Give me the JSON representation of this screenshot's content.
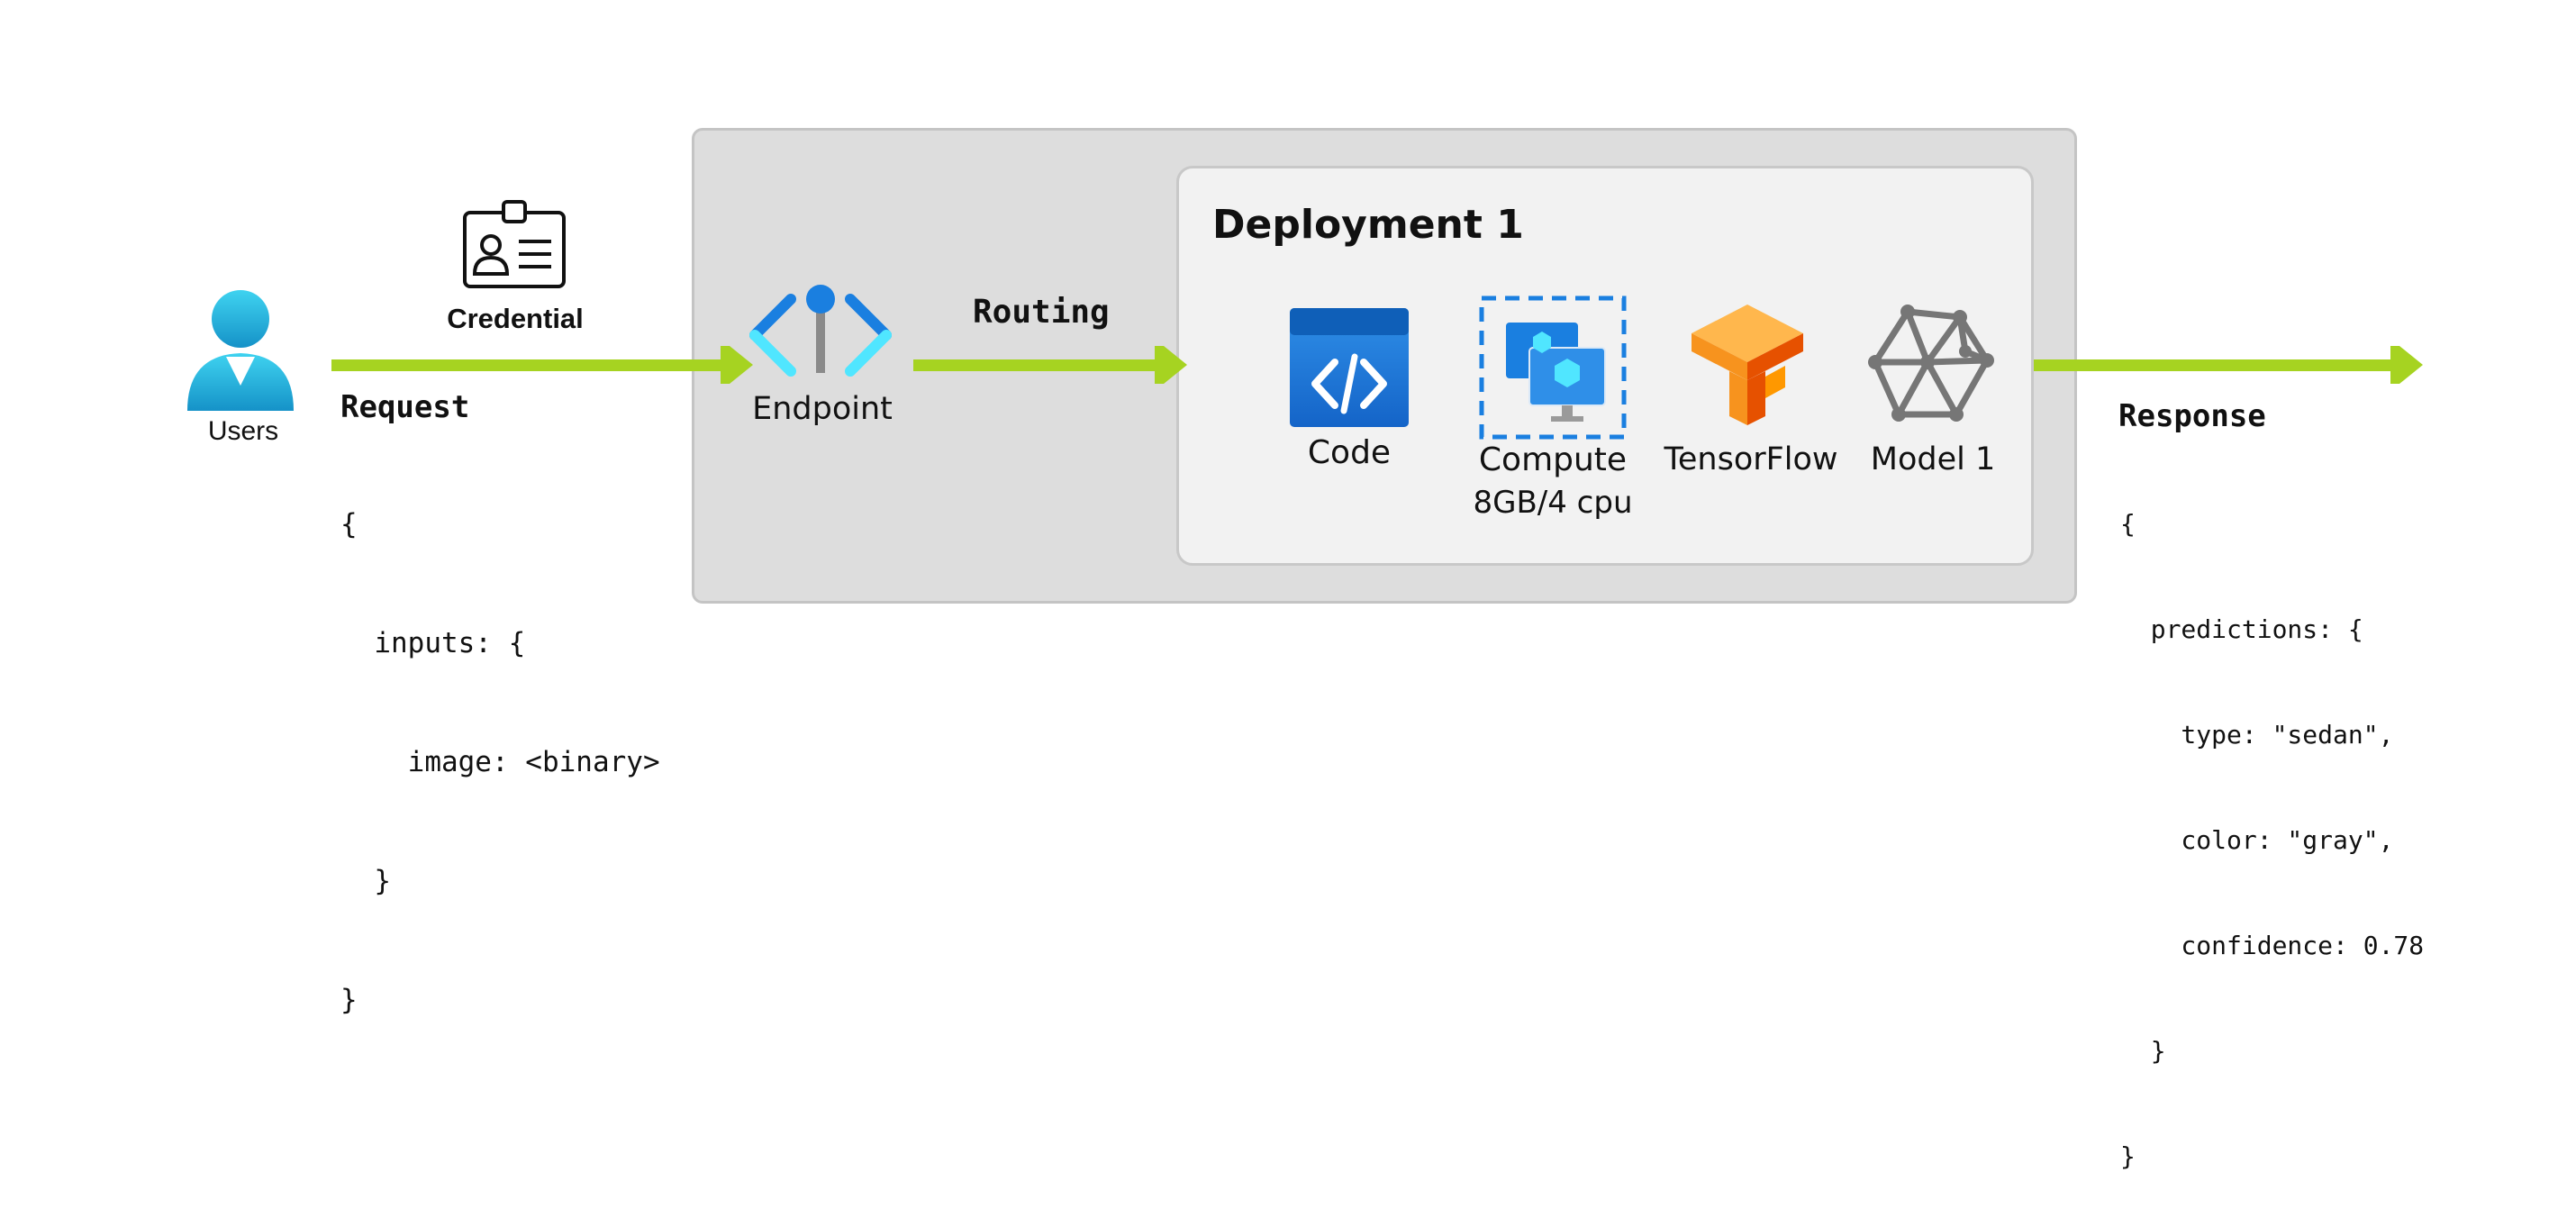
{
  "diagram": {
    "users_label": "Users",
    "credential_label": "Credential",
    "endpoint_label": "Endpoint",
    "routing_label": "Routing",
    "deployment_title": "Deployment 1",
    "components": {
      "code": "Code",
      "compute": "Compute",
      "compute_spec": "8GB/4 cpu",
      "framework": "TensorFlow",
      "model": "Model 1"
    },
    "request": {
      "title": "Request",
      "lines": [
        "{",
        "  inputs: {",
        "    image: <binary>",
        "  }",
        "}"
      ]
    },
    "response": {
      "title": "Response",
      "lines": [
        "{",
        "  predictions: {",
        "    type: \"sedan\",",
        "    color: \"gray\",",
        "    confidence: 0.78",
        "  }",
        "}"
      ]
    },
    "colors": {
      "arrow": "#a6d321",
      "outer_box": "#dddddd",
      "deployment_box": "#f2f2f2",
      "azure_blue": "#1a7fe0",
      "tensorflow_orange": "#f7931e",
      "model_gray": "#767676"
    }
  }
}
